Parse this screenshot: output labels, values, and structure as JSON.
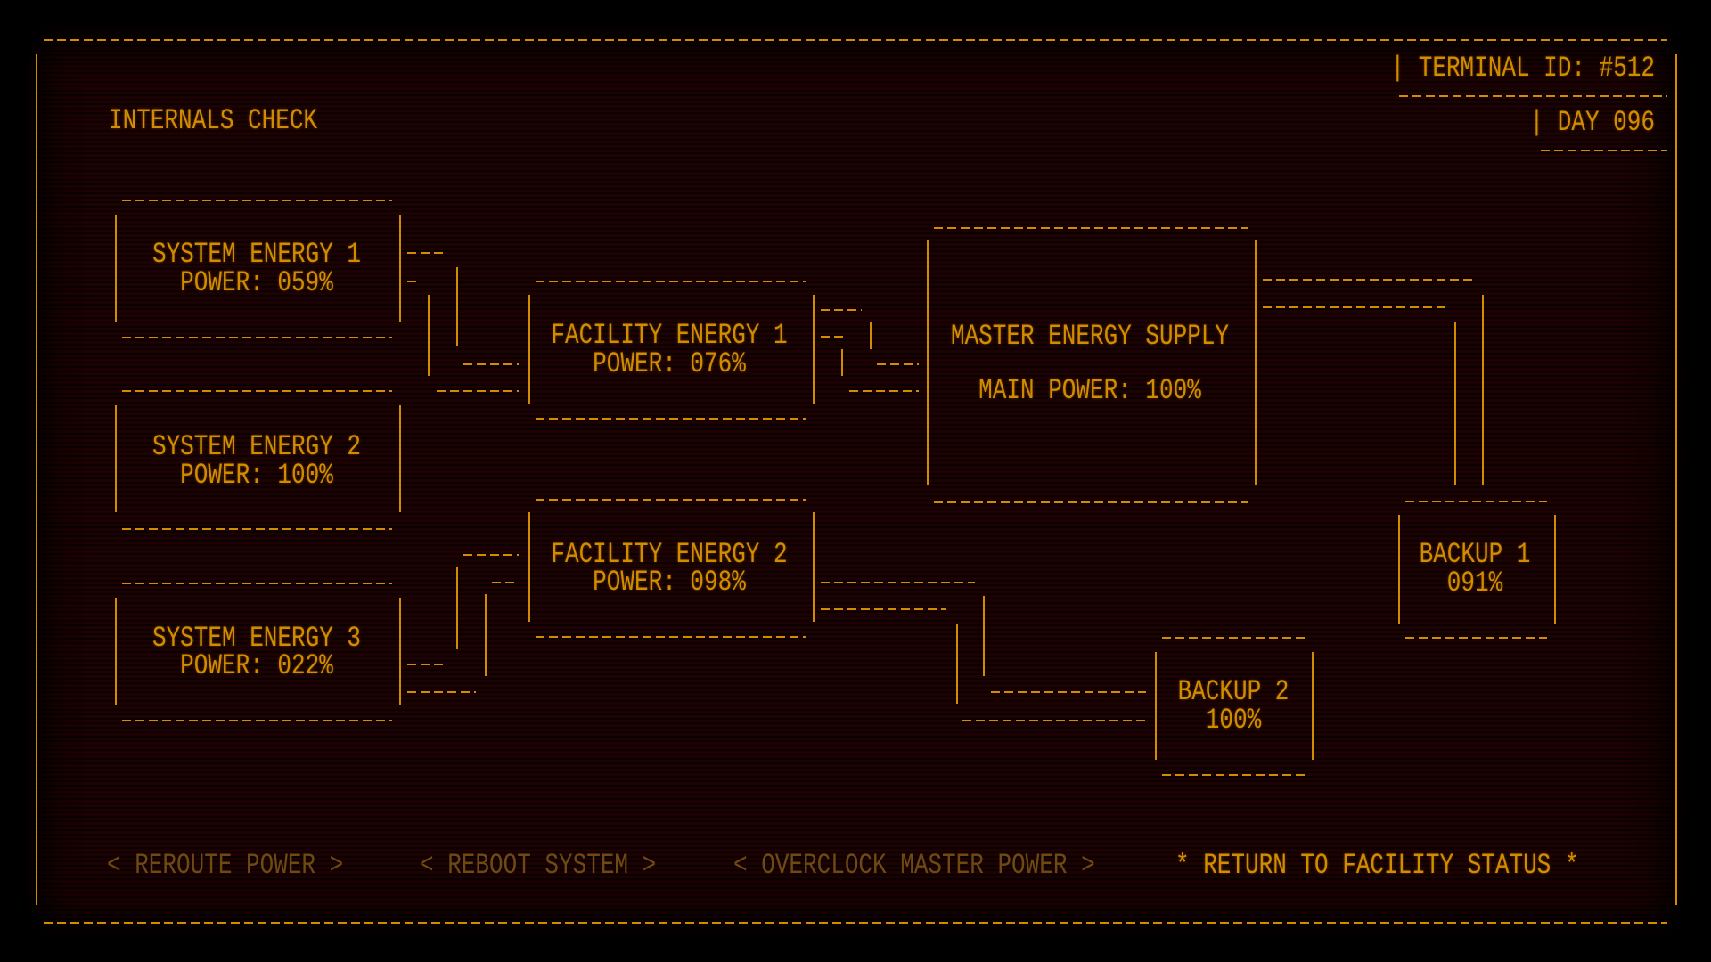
{
  "header": {
    "title": "INTERNALS CHECK",
    "terminal_id": "| TERMINAL ID: #512",
    "day": "| DAY 096"
  },
  "nodes": {
    "system_energy_1": {
      "name": "SYSTEM ENERGY 1",
      "power": "POWER: 059%"
    },
    "system_energy_2": {
      "name": "SYSTEM ENERGY 2",
      "power": "POWER: 100%"
    },
    "system_energy_3": {
      "name": "SYSTEM ENERGY 3",
      "power": "POWER: 022%"
    },
    "facility_energy_1": {
      "name": "FACILITY ENERGY 1",
      "power": "POWER: 076%"
    },
    "facility_energy_2": {
      "name": "FACILITY ENERGY 2",
      "power": "POWER: 098%"
    },
    "master": {
      "name": "MASTER ENERGY SUPPLY",
      "power": "MAIN POWER: 100%"
    },
    "backup_1": {
      "name": "BACKUP 1",
      "power": "091%"
    },
    "backup_2": {
      "name": "BACKUP 2",
      "power": "100%"
    }
  },
  "actions": {
    "reroute": "< REROUTE POWER >",
    "reboot": "< REBOOT SYSTEM >",
    "overclock": "< OVERCLOCK MASTER POWER >",
    "return": "* RETURN TO FACILITY STATUS *"
  },
  "colors": {
    "text": "#d28c00",
    "dim": "#6e4a12",
    "background": "#1c0202"
  }
}
